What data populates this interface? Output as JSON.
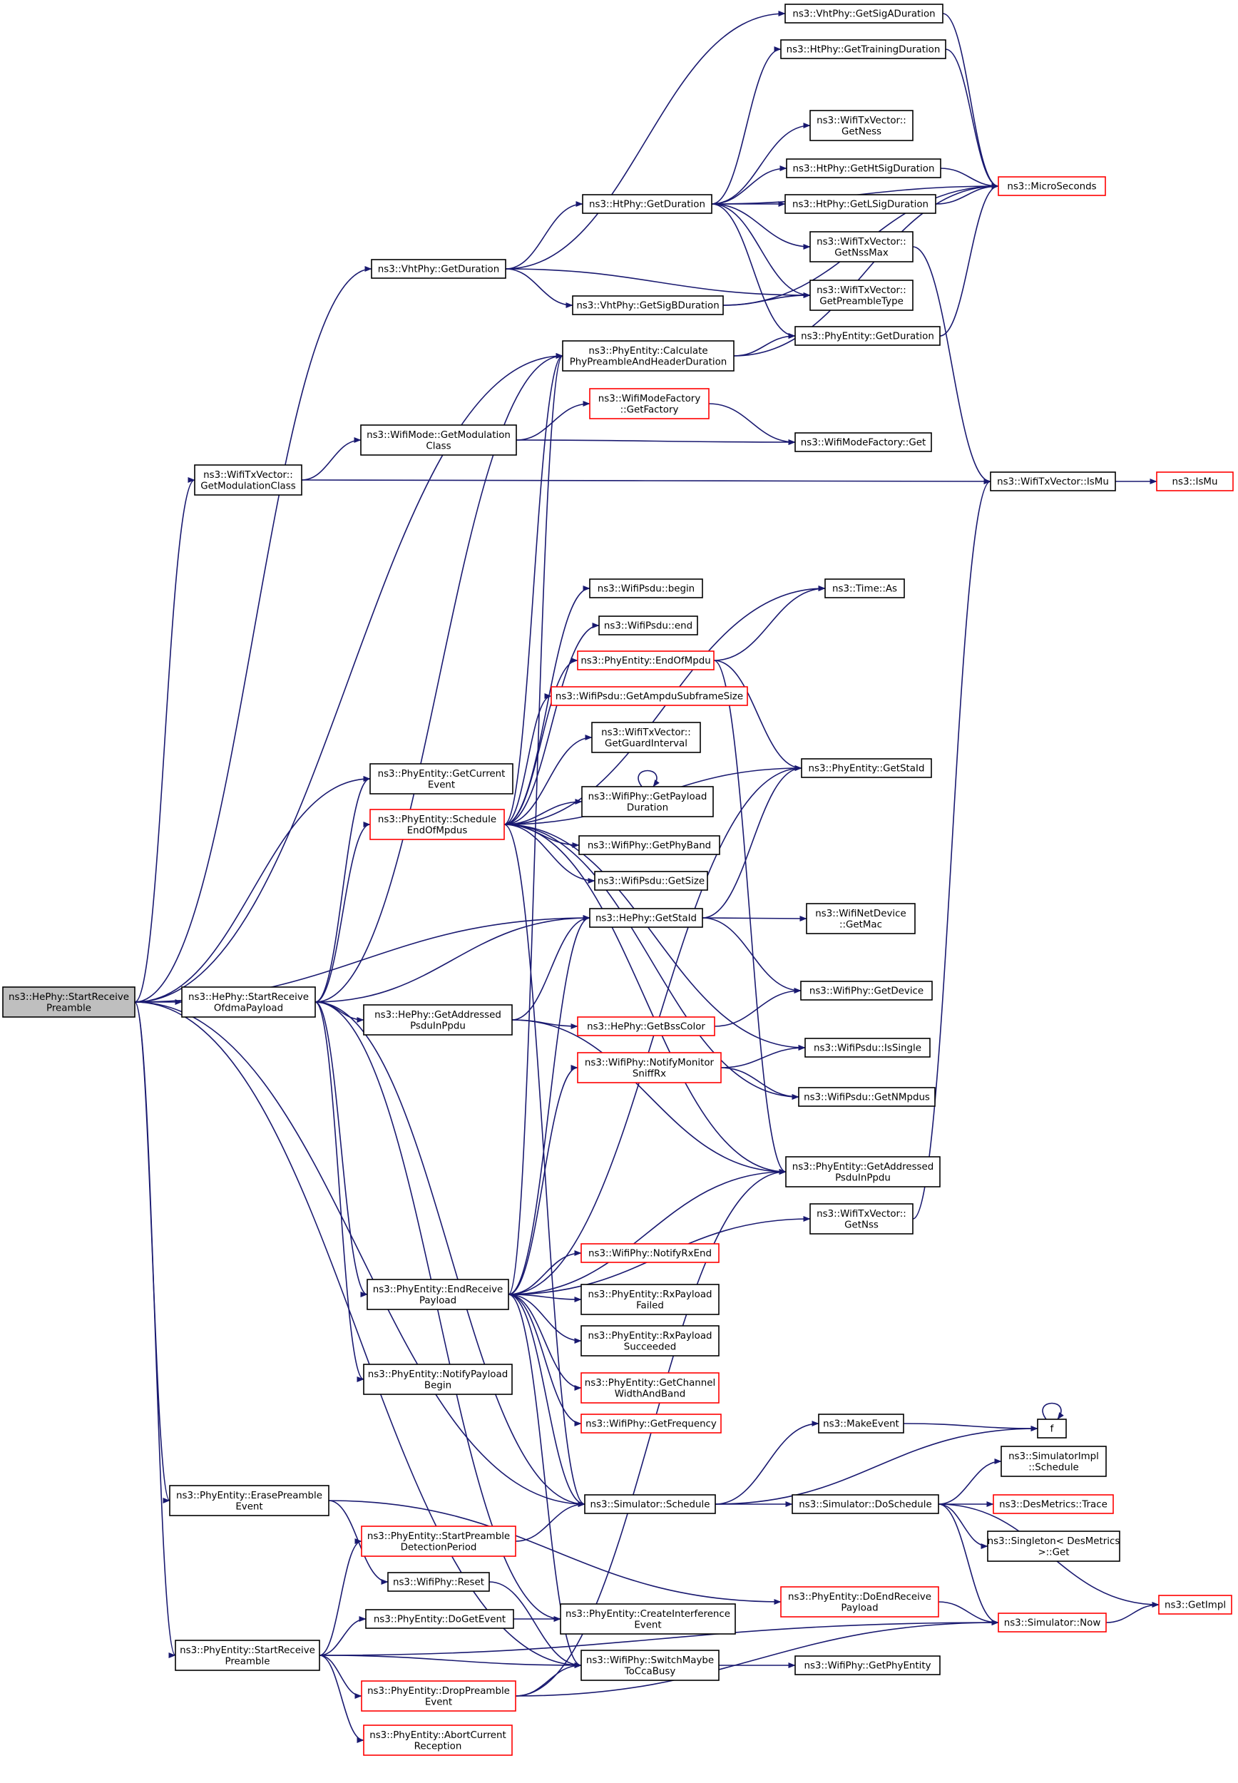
{
  "colors": {
    "edge": "#191970",
    "box_black": "#000000",
    "box_red": "#ff0000",
    "root_fill": "#bfbfbf",
    "fill": "#ffffff"
  },
  "nodes": [
    {
      "id": "root",
      "lines": [
        "ns3::HePhy::StartReceive",
        "Preamble"
      ],
      "style": "root"
    },
    {
      "id": "n_getsiga",
      "lines": [
        "ns3::VhtPhy::GetSigADuration"
      ],
      "style": "black"
    },
    {
      "id": "n_gettraining",
      "lines": [
        "ns3::HtPhy::GetTrainingDuration"
      ],
      "style": "black"
    },
    {
      "id": "n_getness",
      "lines": [
        "ns3::WifiTxVector::",
        "GetNess"
      ],
      "style": "black"
    },
    {
      "id": "n_gethtsig",
      "lines": [
        "ns3::HtPhy::GetHtSigDuration"
      ],
      "style": "black"
    },
    {
      "id": "n_microseconds",
      "lines": [
        "ns3::MicroSeconds"
      ],
      "style": "red"
    },
    {
      "id": "n_htgetduration",
      "lines": [
        "ns3::HtPhy::GetDuration"
      ],
      "style": "black"
    },
    {
      "id": "n_getlsig",
      "lines": [
        "ns3::HtPhy::GetLSigDuration"
      ],
      "style": "black"
    },
    {
      "id": "n_getnssmax",
      "lines": [
        "ns3::WifiTxVector::",
        "GetNssMax"
      ],
      "style": "black"
    },
    {
      "id": "n_vhtgetduration",
      "lines": [
        "ns3::VhtPhy::GetDuration"
      ],
      "style": "black"
    },
    {
      "id": "n_getpreambletype",
      "lines": [
        "ns3::WifiTxVector::",
        "GetPreambleType"
      ],
      "style": "black"
    },
    {
      "id": "n_getsigb",
      "lines": [
        "ns3::VhtPhy::GetSigBDuration"
      ],
      "style": "black"
    },
    {
      "id": "n_phygetduration",
      "lines": [
        "ns3::PhyEntity::GetDuration"
      ],
      "style": "black"
    },
    {
      "id": "n_calcpreamble",
      "lines": [
        "ns3::PhyEntity::Calculate",
        "PhyPreambleAndHeaderDuration"
      ],
      "style": "black"
    },
    {
      "id": "n_getfactory",
      "lines": [
        "ns3::WifiModeFactory",
        "::GetFactory"
      ],
      "style": "red"
    },
    {
      "id": "n_getmodclass",
      "lines": [
        "ns3::WifiMode::GetModulation",
        "Class"
      ],
      "style": "black"
    },
    {
      "id": "n_factoryget",
      "lines": [
        "ns3::WifiModeFactory::Get"
      ],
      "style": "black"
    },
    {
      "id": "n_txgetmodclass",
      "lines": [
        "ns3::WifiTxVector::",
        "GetModulationClass"
      ],
      "style": "black"
    },
    {
      "id": "n_ismu_tx",
      "lines": [
        "ns3::WifiTxVector::IsMu"
      ],
      "style": "black"
    },
    {
      "id": "n_ismu",
      "lines": [
        "ns3::IsMu"
      ],
      "style": "red"
    },
    {
      "id": "n_timeas",
      "lines": [
        "ns3::Time::As"
      ],
      "style": "black"
    },
    {
      "id": "n_psdubegin",
      "lines": [
        "ns3::WifiPsdu::begin"
      ],
      "style": "black"
    },
    {
      "id": "n_psduend",
      "lines": [
        "ns3::WifiPsdu::end"
      ],
      "style": "black"
    },
    {
      "id": "n_endofmpdu",
      "lines": [
        "ns3::PhyEntity::EndOfMpdu"
      ],
      "style": "red"
    },
    {
      "id": "n_ampdusize",
      "lines": [
        "ns3::WifiPsdu::GetAmpduSubframeSize"
      ],
      "style": "red"
    },
    {
      "id": "n_guardinterval",
      "lines": [
        "ns3::WifiTxVector::",
        "GetGuardInterval"
      ],
      "style": "black"
    },
    {
      "id": "n_phygetstaid",
      "lines": [
        "ns3::PhyEntity::GetStaId"
      ],
      "style": "black"
    },
    {
      "id": "n_getcurrentevent",
      "lines": [
        "ns3::PhyEntity::GetCurrent",
        "Event"
      ],
      "style": "black"
    },
    {
      "id": "n_payloadduration",
      "lines": [
        "ns3::WifiPhy::GetPayload",
        "Duration"
      ],
      "style": "black"
    },
    {
      "id": "n_scheduleendofmpdus",
      "lines": [
        "ns3::PhyEntity::Schedule",
        "EndOfMpdus"
      ],
      "style": "red"
    },
    {
      "id": "n_getphyband",
      "lines": [
        "ns3::WifiPhy::GetPhyBand"
      ],
      "style": "black"
    },
    {
      "id": "n_psdugetsize",
      "lines": [
        "ns3::WifiPsdu::GetSize"
      ],
      "style": "black"
    },
    {
      "id": "n_hegetstaid",
      "lines": [
        "ns3::HePhy::GetStaId"
      ],
      "style": "black"
    },
    {
      "id": "n_getmac",
      "lines": [
        "ns3::WifiNetDevice",
        "::GetMac"
      ],
      "style": "black"
    },
    {
      "id": "n_startreceiveofdma",
      "lines": [
        "ns3::HePhy::StartReceive",
        "OfdmaPayload"
      ],
      "style": "black"
    },
    {
      "id": "n_getdevice",
      "lines": [
        "ns3::WifiPhy::GetDevice"
      ],
      "style": "black"
    },
    {
      "id": "n_hegetaddressed",
      "lines": [
        "ns3::HePhy::GetAddressed",
        "PsduInPpdu"
      ],
      "style": "black"
    },
    {
      "id": "n_getbsscolor",
      "lines": [
        "ns3::HePhy::GetBssColor"
      ],
      "style": "red"
    },
    {
      "id": "n_issingle",
      "lines": [
        "ns3::WifiPsdu::IsSingle"
      ],
      "style": "black"
    },
    {
      "id": "n_notifymonitor",
      "lines": [
        "ns3::WifiPhy::NotifyMonitor",
        "SniffRx"
      ],
      "style": "red"
    },
    {
      "id": "n_getnmpdus",
      "lines": [
        "ns3::WifiPsdu::GetNMpdus"
      ],
      "style": "black"
    },
    {
      "id": "n_phygetaddressed",
      "lines": [
        "ns3::PhyEntity::GetAddressed",
        "PsduInPpdu"
      ],
      "style": "black"
    },
    {
      "id": "n_getnss",
      "lines": [
        "ns3::WifiTxVector::",
        "GetNss"
      ],
      "style": "black"
    },
    {
      "id": "n_notifyrxend",
      "lines": [
        "ns3::WifiPhy::NotifyRxEnd"
      ],
      "style": "red"
    },
    {
      "id": "n_endreceivepayload",
      "lines": [
        "ns3::PhyEntity::EndReceive",
        "Payload"
      ],
      "style": "black"
    },
    {
      "id": "n_rxpayloadfailed",
      "lines": [
        "ns3::PhyEntity::RxPayload",
        "Failed"
      ],
      "style": "black"
    },
    {
      "id": "n_rxpayloadsucceeded",
      "lines": [
        "ns3::PhyEntity::RxPayload",
        "Succeeded"
      ],
      "style": "black"
    },
    {
      "id": "n_notifypayloadbegin",
      "lines": [
        "ns3::PhyEntity::NotifyPayload",
        "Begin"
      ],
      "style": "black"
    },
    {
      "id": "n_getchannelwidth",
      "lines": [
        "ns3::PhyEntity::GetChannel",
        "WidthAndBand"
      ],
      "style": "red"
    },
    {
      "id": "n_getfrequency",
      "lines": [
        "ns3::WifiPhy::GetFrequency"
      ],
      "style": "red"
    },
    {
      "id": "n_makeevent",
      "lines": [
        "ns3::MakeEvent"
      ],
      "style": "black"
    },
    {
      "id": "n_f",
      "lines": [
        "f"
      ],
      "style": "black"
    },
    {
      "id": "n_simimplschedule",
      "lines": [
        "ns3::SimulatorImpl",
        "::Schedule"
      ],
      "style": "black"
    },
    {
      "id": "n_erasepreamble",
      "lines": [
        "ns3::PhyEntity::ErasePreamble",
        "Event"
      ],
      "style": "black"
    },
    {
      "id": "n_simschedule",
      "lines": [
        "ns3::Simulator::Schedule"
      ],
      "style": "black"
    },
    {
      "id": "n_simdoschedule",
      "lines": [
        "ns3::Simulator::DoSchedule"
      ],
      "style": "black"
    },
    {
      "id": "n_desmetricstrace",
      "lines": [
        "ns3::DesMetrics::Trace"
      ],
      "style": "red"
    },
    {
      "id": "n_startpreambledetect",
      "lines": [
        "ns3::PhyEntity::StartPreamble",
        "DetectionPeriod"
      ],
      "style": "red"
    },
    {
      "id": "n_singletonget",
      "lines": [
        "ns3::Singleton< DesMetrics",
        " >::Get"
      ],
      "style": "black"
    },
    {
      "id": "n_wifiphyreset",
      "lines": [
        "ns3::WifiPhy::Reset"
      ],
      "style": "black"
    },
    {
      "id": "n_doendreceivepayload",
      "lines": [
        "ns3::PhyEntity::DoEndReceive",
        "Payload"
      ],
      "style": "red"
    },
    {
      "id": "n_getimpl",
      "lines": [
        "ns3::GetImpl"
      ],
      "style": "red"
    },
    {
      "id": "n_dogetevent",
      "lines": [
        "ns3::PhyEntity::DoGetEvent"
      ],
      "style": "black"
    },
    {
      "id": "n_createinterference",
      "lines": [
        "ns3::PhyEntity::CreateInterference",
        "Event"
      ],
      "style": "black"
    },
    {
      "id": "n_simnow",
      "lines": [
        "ns3::Simulator::Now"
      ],
      "style": "red"
    },
    {
      "id": "n_startreceivepreamble",
      "lines": [
        "ns3::PhyEntity::StartReceive",
        "Preamble"
      ],
      "style": "black"
    },
    {
      "id": "n_switchmaybe",
      "lines": [
        "ns3::WifiPhy::SwitchMaybe",
        "ToCcaBusy"
      ],
      "style": "black"
    },
    {
      "id": "n_getphyentity",
      "lines": [
        "ns3::WifiPhy::GetPhyEntity"
      ],
      "style": "black"
    },
    {
      "id": "n_droppreamble",
      "lines": [
        "ns3::PhyEntity::DropPreamble",
        "Event"
      ],
      "style": "red"
    },
    {
      "id": "n_abortcurrent",
      "lines": [
        "ns3::PhyEntity::AbortCurrent",
        "Reception"
      ],
      "style": "red"
    }
  ]
}
